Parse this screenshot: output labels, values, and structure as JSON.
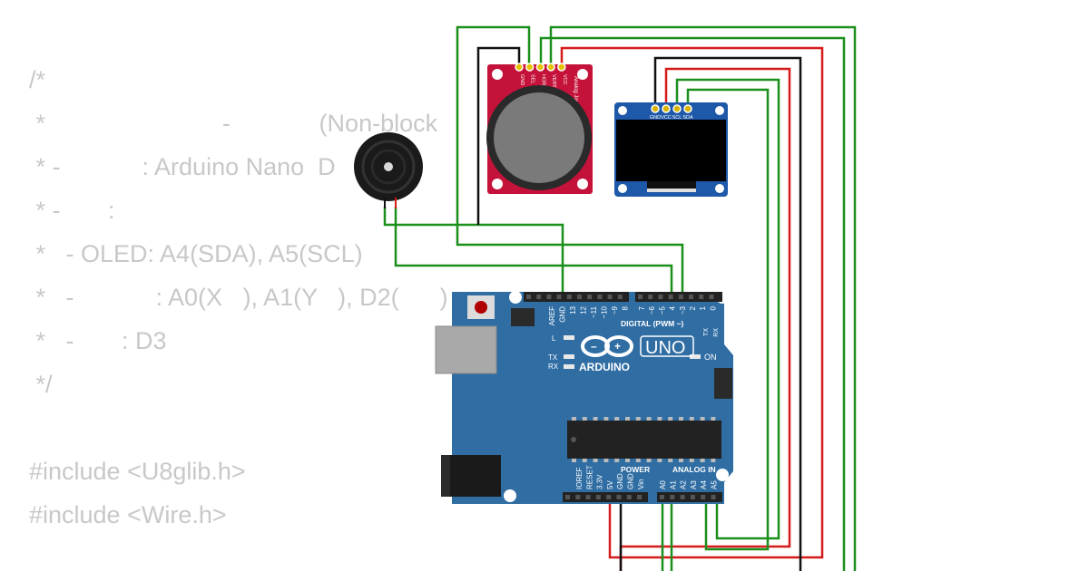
{
  "code_lines": [
    "/*",
    " *                          -             (Non-block",
    " * -            : Arduino Nano  D",
    " * -       :",
    " *   - OLED: A4(SDA), A5(SCL)",
    " *   -            : A0(X   ), A1(Y   ), D2(      )",
    " *   -       : D3",
    " */",
    "",
    "#include <U8glib.h>",
    "#include <Wire.h>"
  ],
  "arduino": {
    "logo_text": "ARDUINO",
    "model": "UNO",
    "on_label": "ON",
    "l_label": "L",
    "tx_label": "TX",
    "rx_label": "RX",
    "aref": "AREF",
    "gnd": "GND",
    "digital_pins": [
      "13",
      "12",
      "~11",
      "~10",
      "~9",
      "8",
      "7",
      "~6",
      "~5",
      "4",
      "~3",
      "2",
      "1",
      "0"
    ],
    "digital_title": "DIGITAL (PWM ~)",
    "tx_pin": "TX",
    "rx_pin": "RX",
    "power_title": "POWER",
    "analog_title": "ANALOG IN",
    "power_pins": [
      "IOREF",
      "RESET",
      "3.3V",
      "5V",
      "GND",
      "GND",
      "Vin"
    ],
    "analog_pins": [
      "A0",
      "A1",
      "A2",
      "A3",
      "A4",
      "A5"
    ]
  },
  "oled": {
    "pins": [
      "GND",
      "VCC",
      "SCL",
      "SDA"
    ]
  },
  "joystick": {
    "label": "Analog Joystick",
    "pins": [
      "GND",
      "SEL",
      "HORZ",
      "VERT",
      "VCC"
    ]
  },
  "colors": {
    "wire_green": "#1a8f1a",
    "wire_red": "#d61a1a",
    "wire_black": "#111111",
    "board_blue": "#2f6da3",
    "joystick_red": "#c4123a",
    "oled_blue": "#1e58a8"
  }
}
